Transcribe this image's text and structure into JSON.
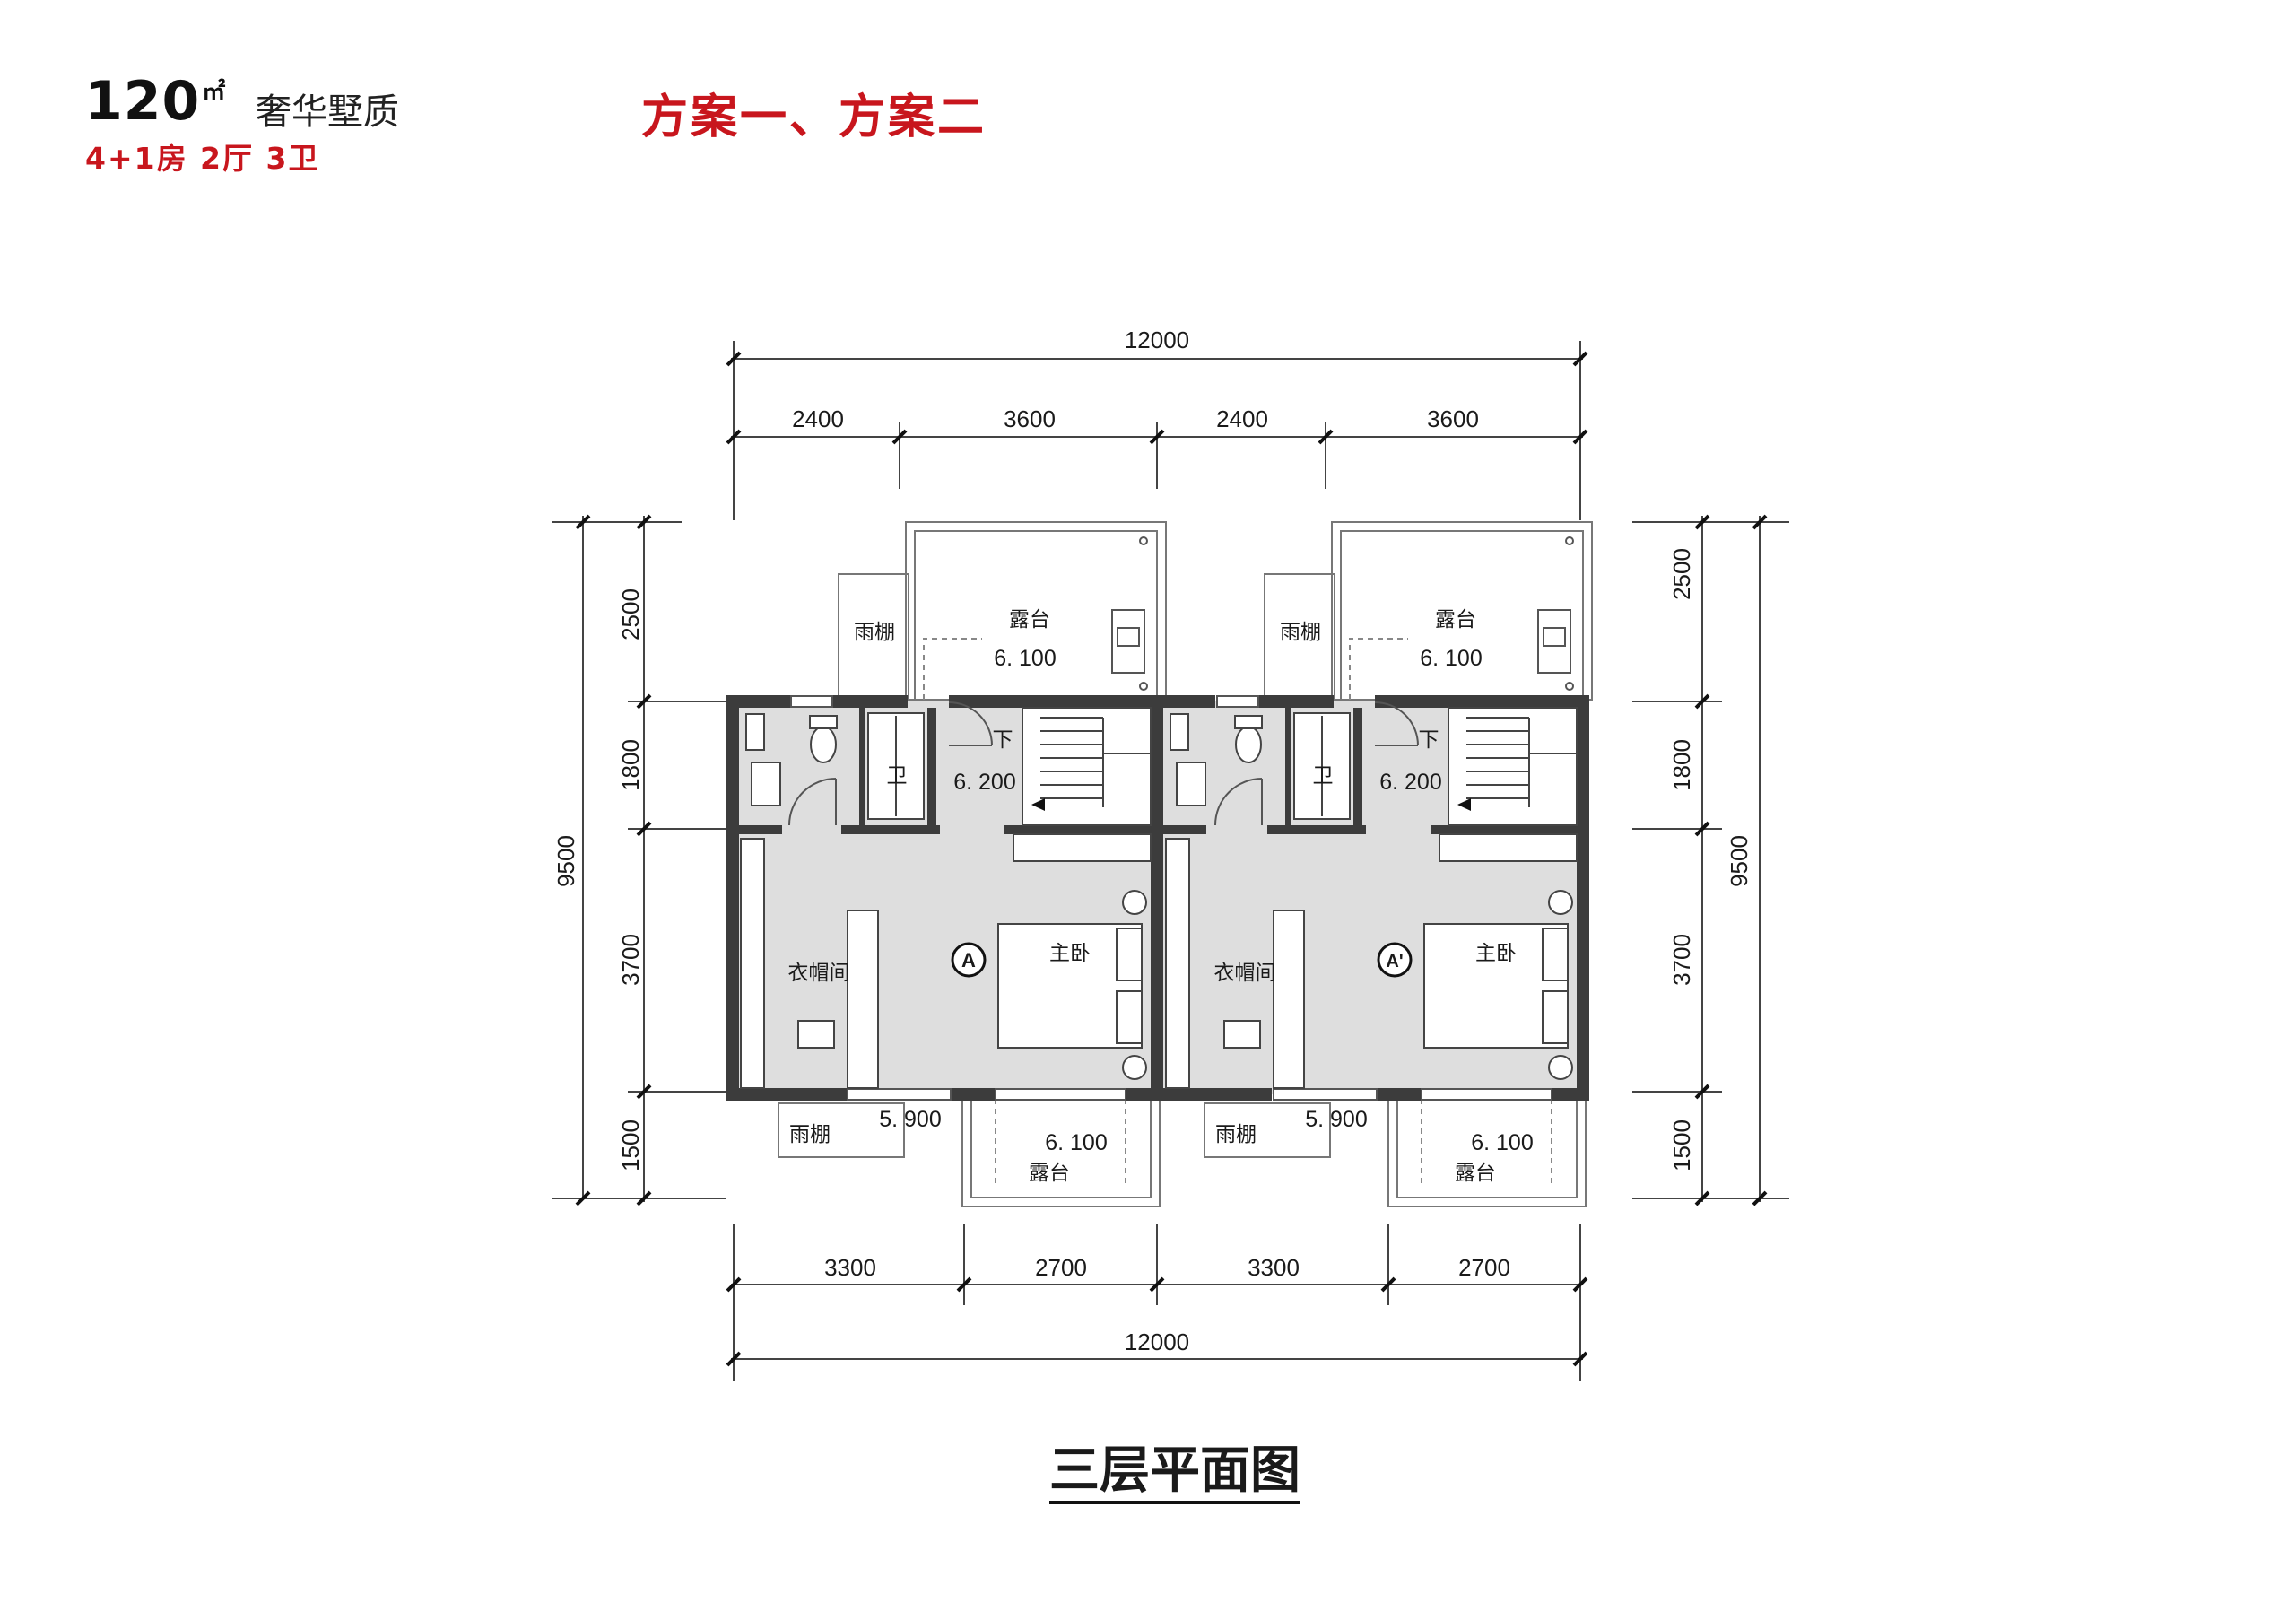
{
  "header": {
    "area_value": "120",
    "area_unit": "㎡",
    "area_note": "奢华墅质",
    "config": "4+1房 2厅 3卫",
    "scheme": "方案一、方案二"
  },
  "colors": {
    "accent": "#c8161d",
    "wall": "#3c3c3c",
    "floor": "#dedede",
    "line": "#555555"
  },
  "plan": {
    "title": "三层平面图",
    "dims_top_total": "12000",
    "dims_top": [
      "2400",
      "3600",
      "2400",
      "3600"
    ],
    "dims_bottom": [
      "3300",
      "2700",
      "3300",
      "2700"
    ],
    "dims_bottom_total": "12000",
    "dims_left": [
      "2500",
      "1800",
      "3700",
      "1500"
    ],
    "dims_left_total": "9500",
    "dims_right": [
      "2500",
      "1800",
      "3700",
      "1500"
    ],
    "dims_right_total": "9500",
    "unit_a": {
      "terrace_top": "露台",
      "canopy_top": "雨棚",
      "elev_terrace_top": "6. 100",
      "stair_down": "下",
      "elev_stair": "6. 200",
      "bath": "卫",
      "closet": "衣帽间",
      "master": "主卧",
      "axis": "A",
      "canopy_bottom": "雨棚",
      "elev_canopy": "5. 900",
      "elev_terrace_bottom": "6. 100",
      "terrace_bottom": "露台"
    },
    "unit_b": {
      "terrace_top": "露台",
      "canopy_top": "雨棚",
      "elev_terrace_top": "6. 100",
      "stair_down": "下",
      "elev_stair": "6. 200",
      "bath": "卫",
      "closet": "衣帽间",
      "master": "主卧",
      "axis": "A'",
      "canopy_bottom": "雨棚",
      "elev_canopy": "5. 900",
      "elev_terrace_bottom": "6. 100",
      "terrace_bottom": "露台"
    }
  }
}
